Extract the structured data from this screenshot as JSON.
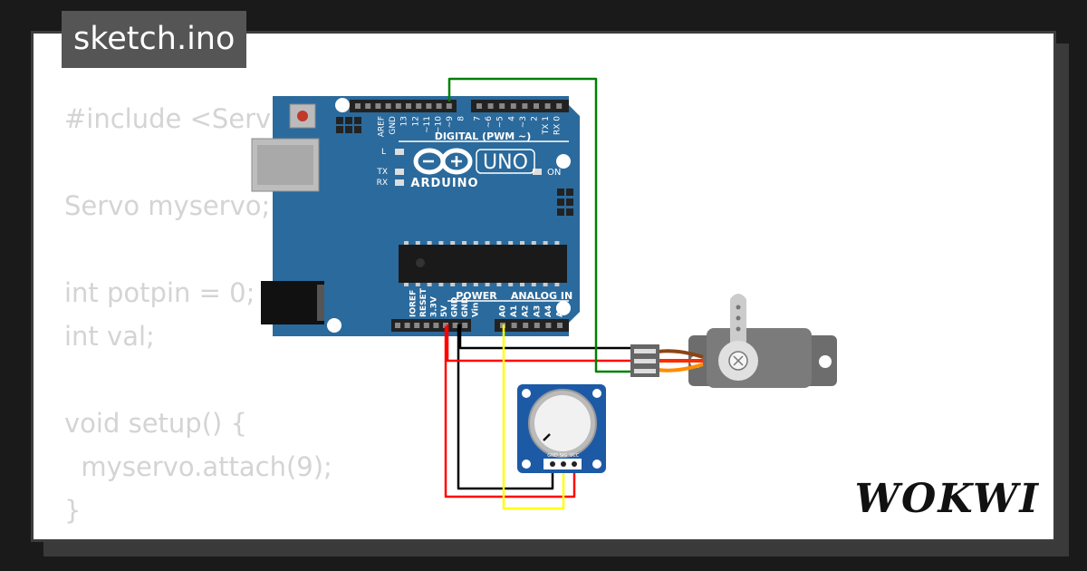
{
  "tab": {
    "filename": "sketch.ino"
  },
  "code": {
    "lines": [
      "#include <Servo.h>",
      "",
      "Servo myservo;",
      "",
      "int potpin = 0;",
      "int val;",
      "",
      "void setup() {",
      "  myservo.attach(9);",
      "}"
    ]
  },
  "board": {
    "model": "UNO",
    "brand": "ARDUINO",
    "digital_label": "DIGITAL (PWM ~)",
    "power_label": "POWER",
    "analog_label": "ANALOG IN",
    "on_label": "ON",
    "led_l": "L",
    "led_tx": "TX",
    "led_rx": "RX",
    "digital_pins": [
      "AREF",
      "GND",
      "13",
      "12",
      "~11",
      "~10",
      "~9",
      "8",
      "7",
      "~6",
      "~5",
      "4",
      "~3",
      "2",
      "TX 1",
      "RX 0"
    ],
    "power_pins": [
      "IOREF",
      "RESET",
      "3.3V",
      "5V",
      "GND",
      "GND",
      "Vin"
    ],
    "analog_pins": [
      "A0",
      "A1",
      "A2",
      "A3",
      "A4",
      "A5"
    ]
  },
  "potentiometer": {
    "pins": [
      "GND",
      "SIG",
      "VCC"
    ]
  },
  "wires": {
    "ground": "#000000",
    "power": "#ff0000",
    "signal": "#ffff00",
    "servo_signal": "#008000"
  },
  "brand": {
    "logo": "WOKWI"
  },
  "colors": {
    "board": "#2b6a9c",
    "servo": "#6d6d6d",
    "pot_board": "#1d5aa6"
  }
}
